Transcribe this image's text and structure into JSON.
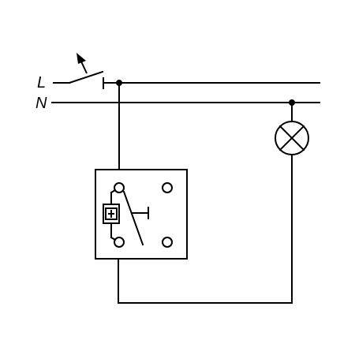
{
  "diagram": {
    "labels": {
      "line": "L",
      "neutral": "N"
    },
    "colors": {
      "stroke": "#000000",
      "background": "#ffffff"
    },
    "icons": {
      "main_switch": "open-switch-with-arrow",
      "lamp": "lamp-circle-cross",
      "flush_switch": "single-pole-switch-with-indicator"
    }
  }
}
